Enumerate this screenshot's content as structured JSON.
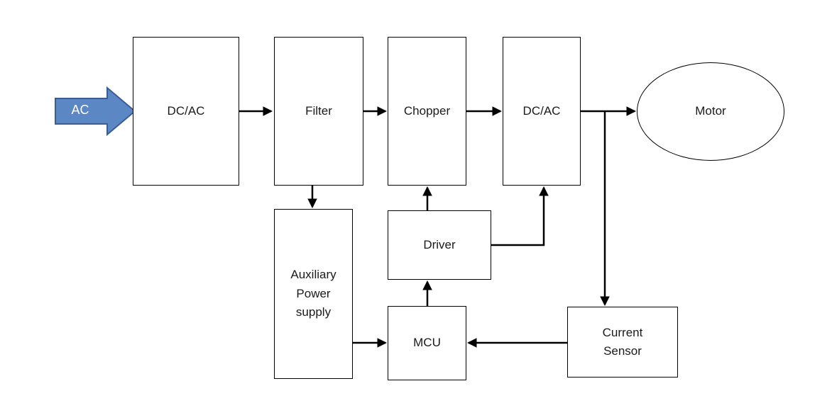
{
  "diagram": {
    "type": "block-diagram",
    "ac_input": {
      "label": "AC"
    },
    "nodes": {
      "dcac1": {
        "label": "DC/AC"
      },
      "filter": {
        "label": "Filter"
      },
      "chopper": {
        "label": "Chopper"
      },
      "dcac2": {
        "label": "DC/AC"
      },
      "motor": {
        "label": "Motor"
      },
      "aux_power": {
        "label": "Auxiliary Power supply"
      },
      "driver": {
        "label": "Driver"
      },
      "mcu": {
        "label": "MCU"
      },
      "current_sensor": {
        "label": "Current Sensor"
      }
    },
    "colors": {
      "ac_arrow_fill": "#5B87C5",
      "ac_arrow_border": "#3A5E94",
      "ac_text": "#FFFFFF",
      "connector": "#000000",
      "box_border": "#000000",
      "background": "#FFFFFF"
    }
  }
}
